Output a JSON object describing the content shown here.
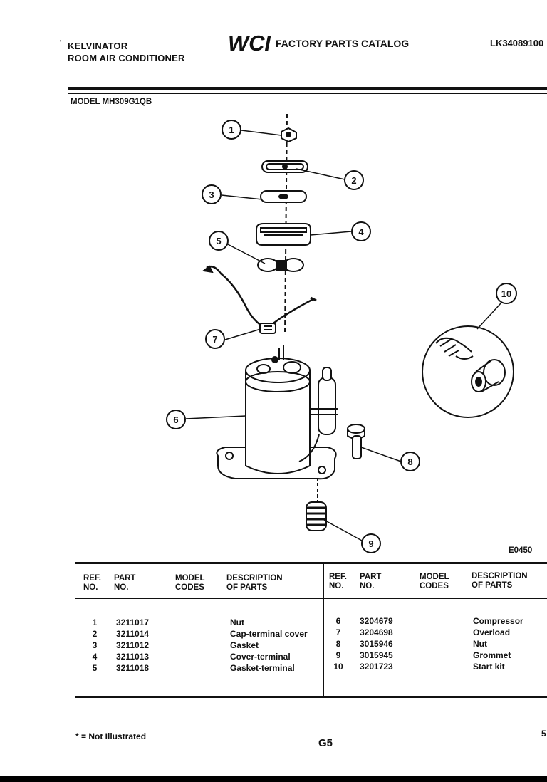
{
  "header": {
    "brand": "KELVINATOR",
    "product": "ROOM AIR CONDITIONER",
    "logo_text": "WCI",
    "catalog_title": "FACTORY PARTS CATALOG",
    "catalog_number": "LK34089100",
    "model_line": "MODEL MH309G1QB"
  },
  "diagram": {
    "callouts": [
      "1",
      "2",
      "3",
      "4",
      "5",
      "6",
      "7",
      "8",
      "9",
      "10"
    ],
    "figure_code": "E0450"
  },
  "table": {
    "headers_left": {
      "ref": "REF.\nNO.",
      "part": "PART\nNO.",
      "model": "MODEL\nCODES",
      "desc": "DESCRIPTION\nOF PARTS"
    },
    "headers_right": {
      "ref": "REF.\nNO.",
      "part": "PART\nNO.",
      "model": "MODEL\nCODES",
      "desc": "DESCRIPTION\nOF PARTS"
    },
    "left_rows": [
      {
        "ref": "1",
        "part": "3211017",
        "desc": "Nut"
      },
      {
        "ref": "2",
        "part": "3211014",
        "desc": "Cap-terminal cover"
      },
      {
        "ref": "3",
        "part": "3211012",
        "desc": "Gasket"
      },
      {
        "ref": "4",
        "part": "3211013",
        "desc": "Cover-terminal"
      },
      {
        "ref": "5",
        "part": "3211018",
        "desc": "Gasket-terminal"
      }
    ],
    "right_rows": [
      {
        "ref": "6",
        "part": "3204679",
        "desc": "Compressor"
      },
      {
        "ref": "7",
        "part": "3204698",
        "desc": "Overload"
      },
      {
        "ref": "8",
        "part": "3015946",
        "desc": "Nut"
      },
      {
        "ref": "9",
        "part": "3015945",
        "desc": "Grommet"
      },
      {
        "ref": "10",
        "part": "3201723",
        "desc": "Start kit"
      }
    ]
  },
  "footer": {
    "note": "* = Not Illustrated",
    "page_code": "G5",
    "page_number": "5"
  }
}
